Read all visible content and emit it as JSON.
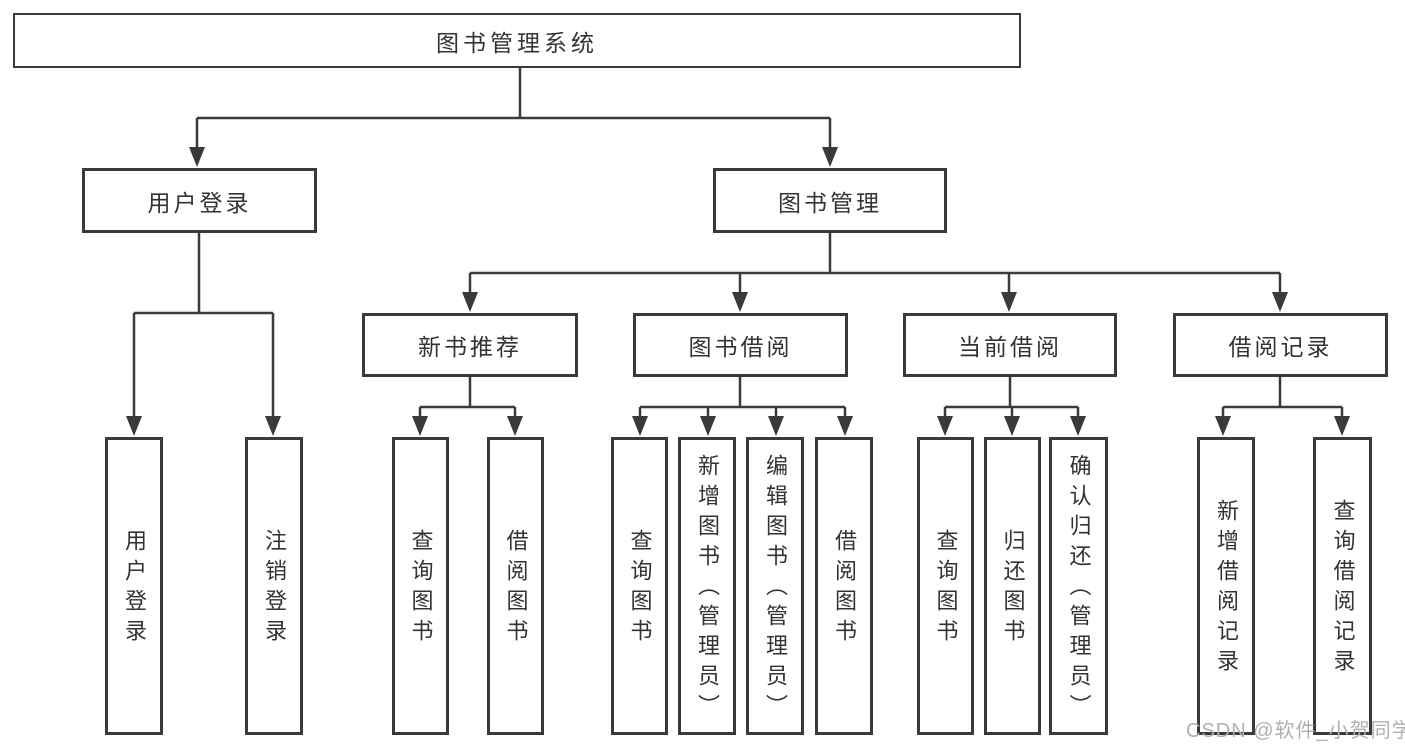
{
  "diagram": {
    "root": {
      "label": "图书管理系统"
    },
    "level1": [
      {
        "label": "用户登录"
      },
      {
        "label": "图书管理"
      }
    ],
    "modules": [
      {
        "label": "新书推荐"
      },
      {
        "label": "图书借阅"
      },
      {
        "label": "当前借阅"
      },
      {
        "label": "借阅记录"
      }
    ],
    "leaves": {
      "login": [
        "用户登录",
        "注销登录"
      ],
      "recommend": [
        "查询图书",
        "借阅图书"
      ],
      "borrow": [
        "查询图书",
        "新增图书（管理员）",
        "编辑图书（管理员）",
        "借阅图书"
      ],
      "current": [
        "查询图书",
        "归还图书",
        "确认归还（管理员）"
      ],
      "records": [
        "新增借阅记录",
        "查询借阅记录"
      ]
    }
  },
  "watermark": {
    "text": "CSDN @软件_小贺同学"
  },
  "colors": {
    "line": "#3a3a3a",
    "text": "#333333",
    "watermark": "#b0b0b0",
    "background": "#ffffff"
  }
}
